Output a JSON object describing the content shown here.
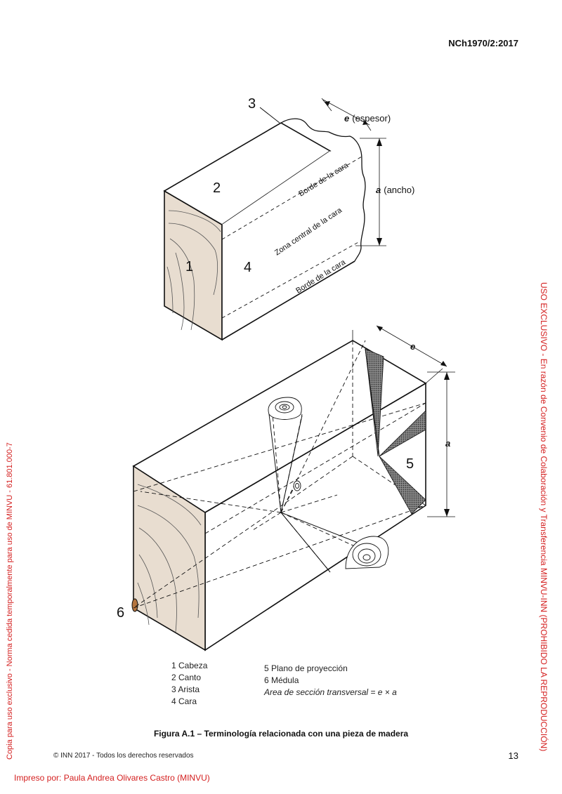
{
  "header": {
    "standard_code": "NCh1970/2:2017"
  },
  "figure_top": {
    "callout_1": "1",
    "callout_2": "2",
    "callout_3": "3",
    "callout_4": "4",
    "thickness_symbol": "e",
    "thickness_text": "(espesor)",
    "width_symbol": "a",
    "width_text": "(ancho)",
    "face_edge_top": "Borde de la cara",
    "face_center": "Zona central de la cara",
    "face_edge_bottom": "Borde de la cara"
  },
  "figure_bottom": {
    "thickness_symbol": "e",
    "width_symbol": "a",
    "callout_5": "5",
    "callout_6": "6"
  },
  "legend": {
    "col1": [
      "1  Cabeza",
      "2  Canto",
      "3  Arista",
      "4  Cara"
    ],
    "col2_items": [
      "5  Plano de proyección",
      "6  Médula"
    ],
    "area_text": "Area de sección transversal = e × a"
  },
  "caption": "Figura A.1 – Terminología relacionada con una pieza de madera",
  "footer": {
    "copyright": "© INN 2017 - Todos los derechos reservados",
    "page_number": "13",
    "printed_by": "Impreso por: Paula Andrea Olivares Castro (MINVU)"
  },
  "watermarks": {
    "right": "USO EXCLUSIVO - En razón de Convenio de Colaboración y Transferencia MINVU-INN (PROHIBIDO LA REPRODUCCIÓN)",
    "left": "Copia para uso exclusivo - Norma cedida temporalmente para uso de MINVU - 61.801.000-7"
  },
  "colors": {
    "wood": "#e8ddd0",
    "watermark": "#d42020",
    "shading": "#444444"
  }
}
